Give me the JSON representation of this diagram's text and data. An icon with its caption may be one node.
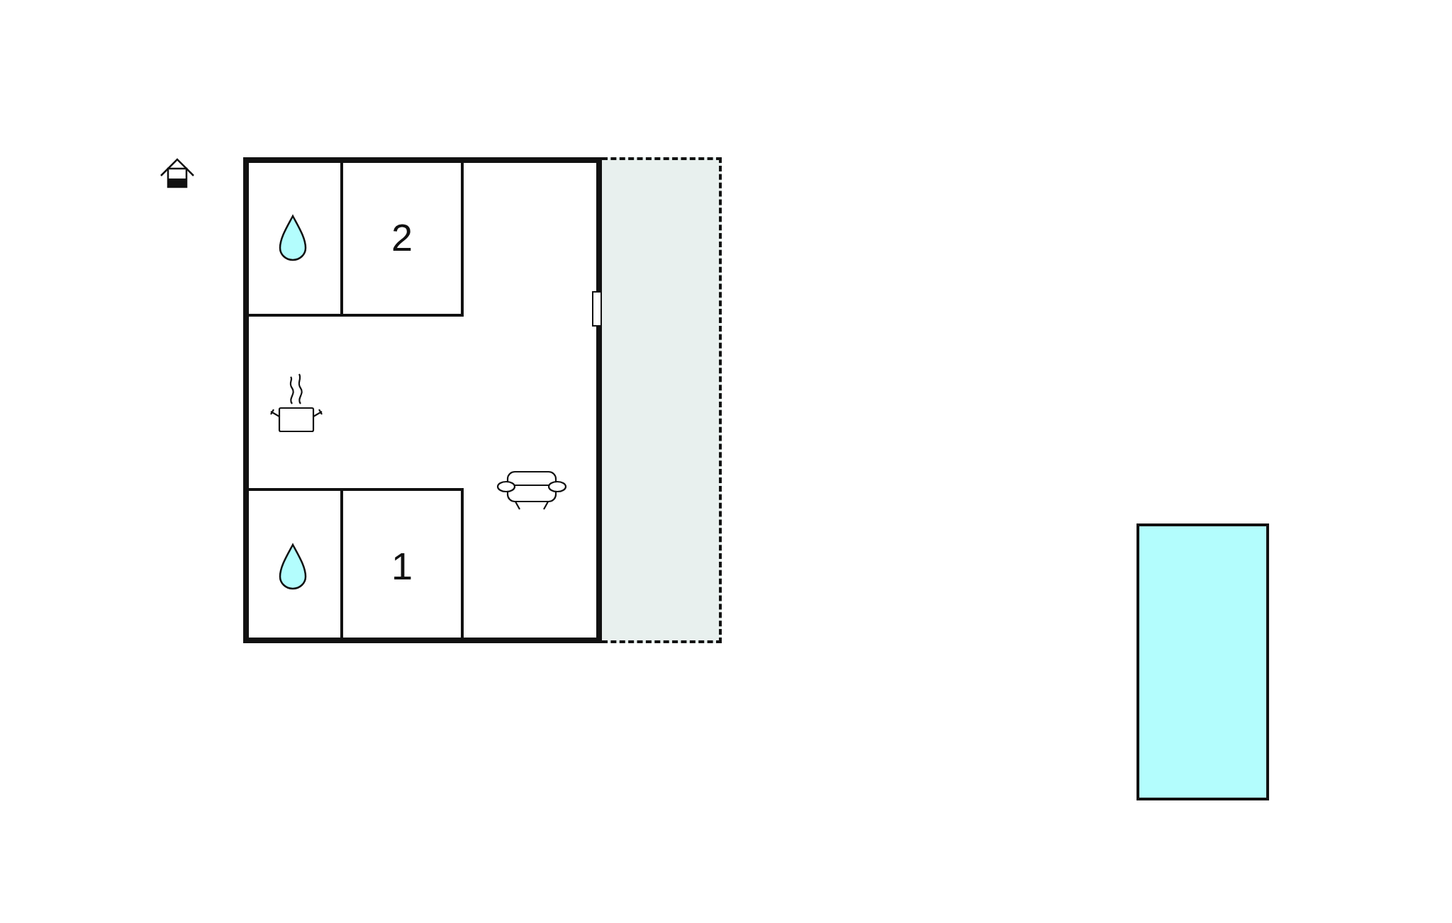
{
  "diagram": {
    "nodes": [
      {
        "text": [],
        "shape": "box"
      },
      {
        "text": [],
        "shape": "box",
        "in": 0
      },
      {
        "text": [
          "2"
        ],
        "in": 0
      },
      {
        "text": [],
        "shape": "box",
        "in": 0
      },
      {
        "text": [
          "1"
        ],
        "in": 0
      },
      {
        "text": [],
        "shape": "box"
      },
      {
        "text": [],
        "shape": "box"
      }
    ]
  }
}
